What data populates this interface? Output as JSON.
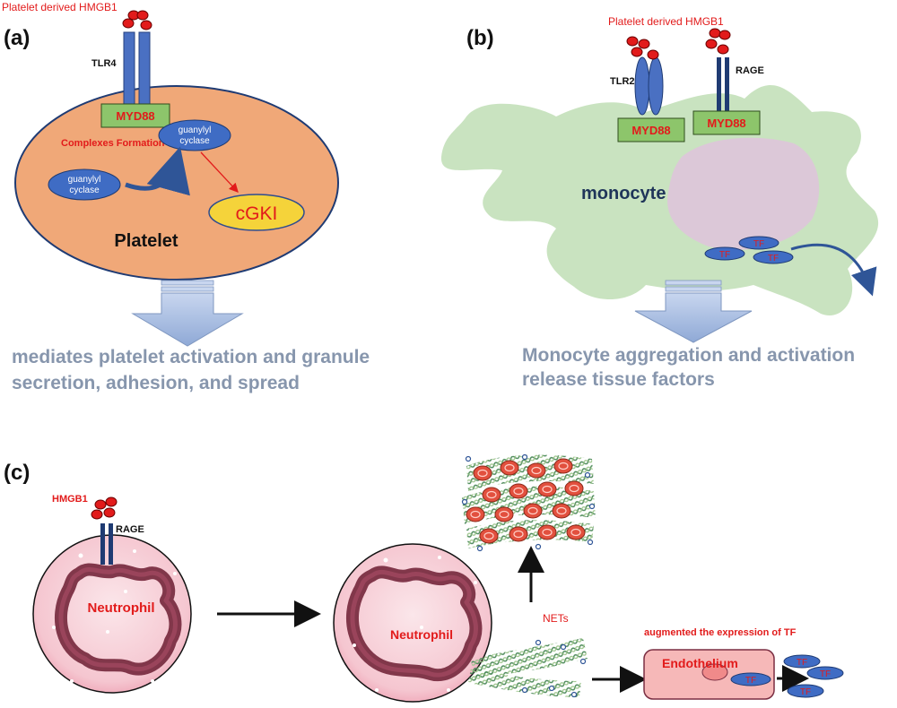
{
  "panels": {
    "a": {
      "label": "(a)",
      "ligand": "Platelet derived HMGB1",
      "receptor": "TLR4",
      "adaptor": "MYD88",
      "process": "Complexes Formation",
      "enzyme_active": [
        "guanylyl",
        "cyclase"
      ],
      "enzyme_inactive": [
        "guanylyl",
        "cyclase"
      ],
      "product": "cGKI",
      "cell": "Platelet",
      "outcome": [
        "mediates platelet activation and granule",
        "secretion, adhesion, and spread"
      ],
      "colors": {
        "cell": "#f0a878",
        "adaptor_box": "#8dc56b",
        "receptor": "#4a70c2",
        "product": "#f5d33a"
      }
    },
    "b": {
      "label": "(b)",
      "ligand": "Platelet derived HMGB1",
      "receptor_left": "TLR2",
      "receptor_right": "RAGE",
      "adaptor_left": "MYD88",
      "adaptor_right": "MYD88",
      "cell": "monocyte",
      "tf_label": "TF",
      "outcome": [
        "Monocyte aggregation and activation",
        "release tissue factors"
      ],
      "colors": {
        "cell": "#c9e3c0",
        "nucleus": "#dcc8d8",
        "text": "#1f3559"
      }
    },
    "c": {
      "label": "(c)",
      "ligand": "HMGB1",
      "receptor": "RAGE",
      "cell_1": "Neutrophil",
      "cell_2": "Neutrophil",
      "nets": "NETs",
      "target_note": "augmented the expression of TF",
      "endothelium": "Endothelium",
      "tf_label": "TF",
      "colors": {
        "cell": "#f7d0d8",
        "nucleus": "#7a2e42",
        "endothelium": "#f6b8b8"
      }
    }
  }
}
